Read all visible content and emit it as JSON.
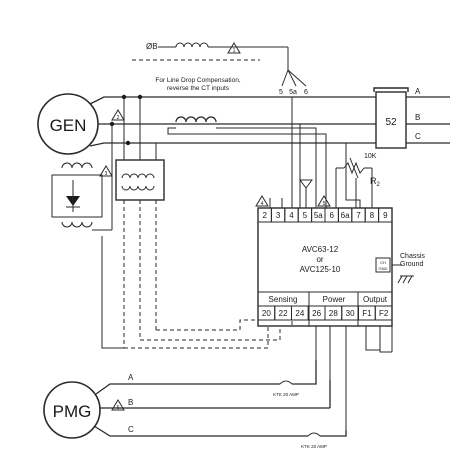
{
  "generator": {
    "label": "GEN"
  },
  "pmg": {
    "label": "PMG",
    "phases": [
      "A",
      "B",
      "C"
    ]
  },
  "breaker": {
    "label": "52",
    "phases": [
      "A",
      "B",
      "C"
    ]
  },
  "ldc": {
    "ct_label": "ØB",
    "note_line1": "For Line Drop Compensation,",
    "note_line2": "reverse the CT inputs",
    "terminals": [
      "5",
      "5a",
      "6"
    ]
  },
  "resistor": {
    "value": "10K",
    "label": "R",
    "label_sub": "2"
  },
  "regulator": {
    "top_terminals": [
      "2",
      "3",
      "4",
      "5",
      "5a",
      "6",
      "6a",
      "7",
      "8",
      "9"
    ],
    "model_line1": "AVC63-12",
    "model_line2": "or",
    "model_line3": "AVC125-10",
    "ch_label_line1": "CH",
    "ch_label_line2": "GND",
    "sections": [
      "Sensing",
      "Power",
      "Output"
    ],
    "bottom_terminals": [
      "20",
      "22",
      "24",
      "26",
      "28",
      "30",
      "F1",
      "F2"
    ]
  },
  "chassis_ground": {
    "line1": "Chassis",
    "line2": "Ground"
  },
  "fuses": [
    "KTK 20 AMP",
    "KTK 20 AMP"
  ],
  "notes": [
    "1",
    "2",
    "3",
    "4",
    "5",
    "6"
  ]
}
